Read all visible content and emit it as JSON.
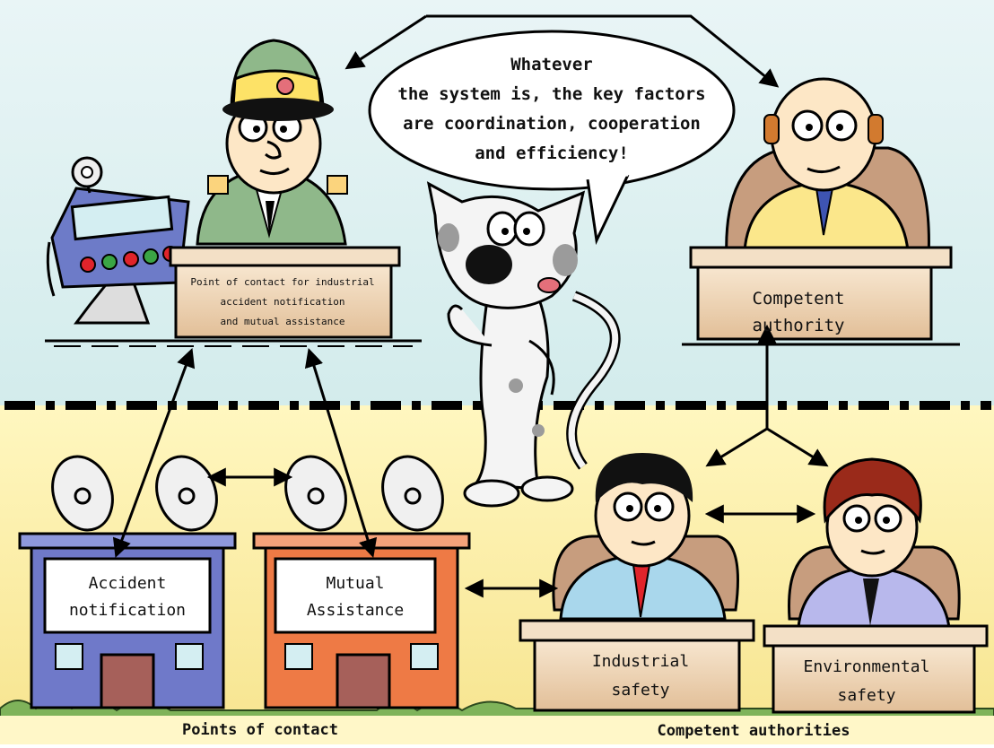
{
  "speech_bubble": {
    "text": "Whatever\nthe system is, the key factors\nare coordination, cooperation\nand efficiency!"
  },
  "contact_point_desk": {
    "label": "Point of contact for industrial\naccident notification\nand mutual assistance"
  },
  "competent_authority_desk": {
    "label": "Competent\nauthority"
  },
  "buildings": [
    {
      "label": "Accident\nnotification",
      "color": "#6f79c9"
    },
    {
      "label": "Mutual\nAssistance",
      "color": "#ee7a45"
    }
  ],
  "authority_desks": [
    {
      "label": "Industrial\nsafety"
    },
    {
      "label": "Environmental\nsafety"
    }
  ],
  "footer": {
    "left": "Points of contact",
    "right": "Competent authorities"
  },
  "colors": {
    "sky": "#dff0f0",
    "ground": "#fbeea5",
    "desk": "#f1d9bd",
    "uniform": "#8fb88a",
    "cat": "#f4f4f4",
    "divider": "#000000"
  }
}
